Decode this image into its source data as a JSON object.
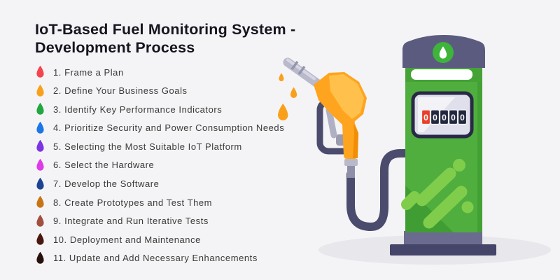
{
  "title": {
    "line1": "IoT-Based Fuel Monitoring System -",
    "line2": "Development Process"
  },
  "steps": [
    {
      "label": "1. Frame a Plan",
      "color": "#F4444E"
    },
    {
      "label": "2. Define Your Business Goals",
      "color": "#F9A01B"
    },
    {
      "label": "3. Identify Key Performance Indicators",
      "color": "#21A73F"
    },
    {
      "label": "4. Prioritize Security and Power Consumption Needs",
      "color": "#1B76E8"
    },
    {
      "label": "5. Selecting the Most Suitable IoT Platform",
      "color": "#7B35E3"
    },
    {
      "label": "6. Select the Hardware",
      "color": "#DE3BE8"
    },
    {
      "label": "7. Develop the Software",
      "color": "#1B4590"
    },
    {
      "label": "8. Create Prototypes and Test Them",
      "color": "#C77414"
    },
    {
      "label": "9. Integrate and Run Iterative Tests",
      "color": "#A0503F"
    },
    {
      "label": "10. Deployment and Maintenance",
      "color": "#4A170F"
    },
    {
      "label": "11. Update and Add Necessary Enhancements",
      "color": "#27100B"
    }
  ],
  "pump": {
    "counter_digits": [
      "0",
      "0",
      "0",
      "0",
      "0"
    ],
    "colors": {
      "body_green": "#4FAE3E",
      "dark_green": "#3F9D33",
      "band_green": "#44A236",
      "light_green": "#80CD4C",
      "emblem_green": "#3EB43A",
      "cabinet_purple": "#5B5B80",
      "lower_purple": "#6B6B8F",
      "base_purple": "#454569",
      "hose": "#4B4B6E",
      "nozzle_orange": "#FFA41F",
      "nozzle_highlight": "#FFC14B",
      "nozzle_shade": "#F18E06",
      "metal_gray": "#B9B9CC",
      "metal_dark": "#8F8FA7",
      "drop_orange": "#F9A01B",
      "counter_red": "#E8402A",
      "counter_navy": "#232840",
      "panel": "#E0E0EC",
      "panel_border": "#292947",
      "shadow": "#E7E7EC"
    }
  },
  "colors": {
    "background": "#F4F4F6",
    "title_text": "#16151F",
    "step_text": "#3A3A3A"
  }
}
